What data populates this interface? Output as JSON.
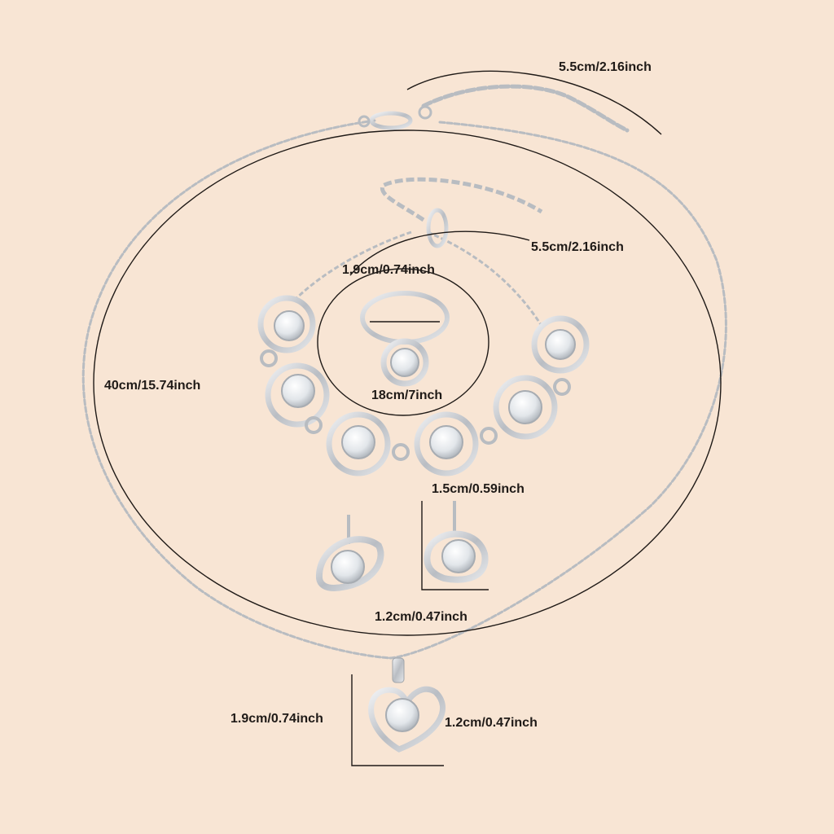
{
  "product": {
    "name": "heart-rhinestone-jewelry-set",
    "metal_color": "#c9ccd1",
    "stone_color": "#f4f6f8",
    "background_color": "#f8e5d4",
    "measure_line_color": "#1f1a17"
  },
  "measurements": {
    "necklace_extender": "5.5cm/2.16inch",
    "bracelet_extender": "5.5cm/2.16inch",
    "ring_width": "1.9cm/0.74inch",
    "necklace_length": "40cm/15.74inch",
    "bracelet_length": "18cm/7inch",
    "earring_height": "1.5cm/0.59inch",
    "earring_width": "1.2cm/0.47inch",
    "pendant_height": "1.9cm/0.74inch",
    "pendant_width": "1.2cm/0.47inch"
  }
}
